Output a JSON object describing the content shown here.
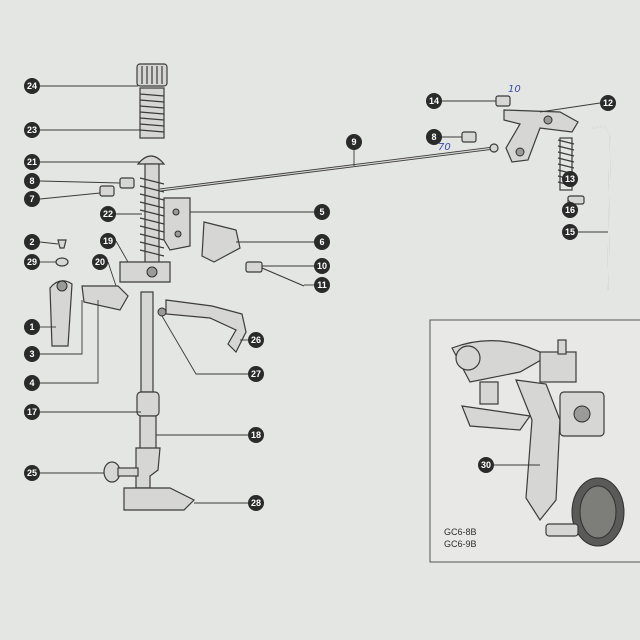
{
  "diagram": {
    "callouts": [
      "24",
      "23",
      "21",
      "8",
      "7",
      "22",
      "19",
      "2",
      "29",
      "20",
      "1",
      "3",
      "4",
      "17",
      "25",
      "14",
      "12",
      "8",
      "13",
      "16",
      "15",
      "9",
      "5",
      "6",
      "10",
      "11",
      "26",
      "27",
      "18",
      "28",
      "30"
    ],
    "handwritten": [
      "10",
      "70"
    ],
    "inset": {
      "models": [
        "GC6-8B",
        "GC6-9B"
      ]
    }
  }
}
